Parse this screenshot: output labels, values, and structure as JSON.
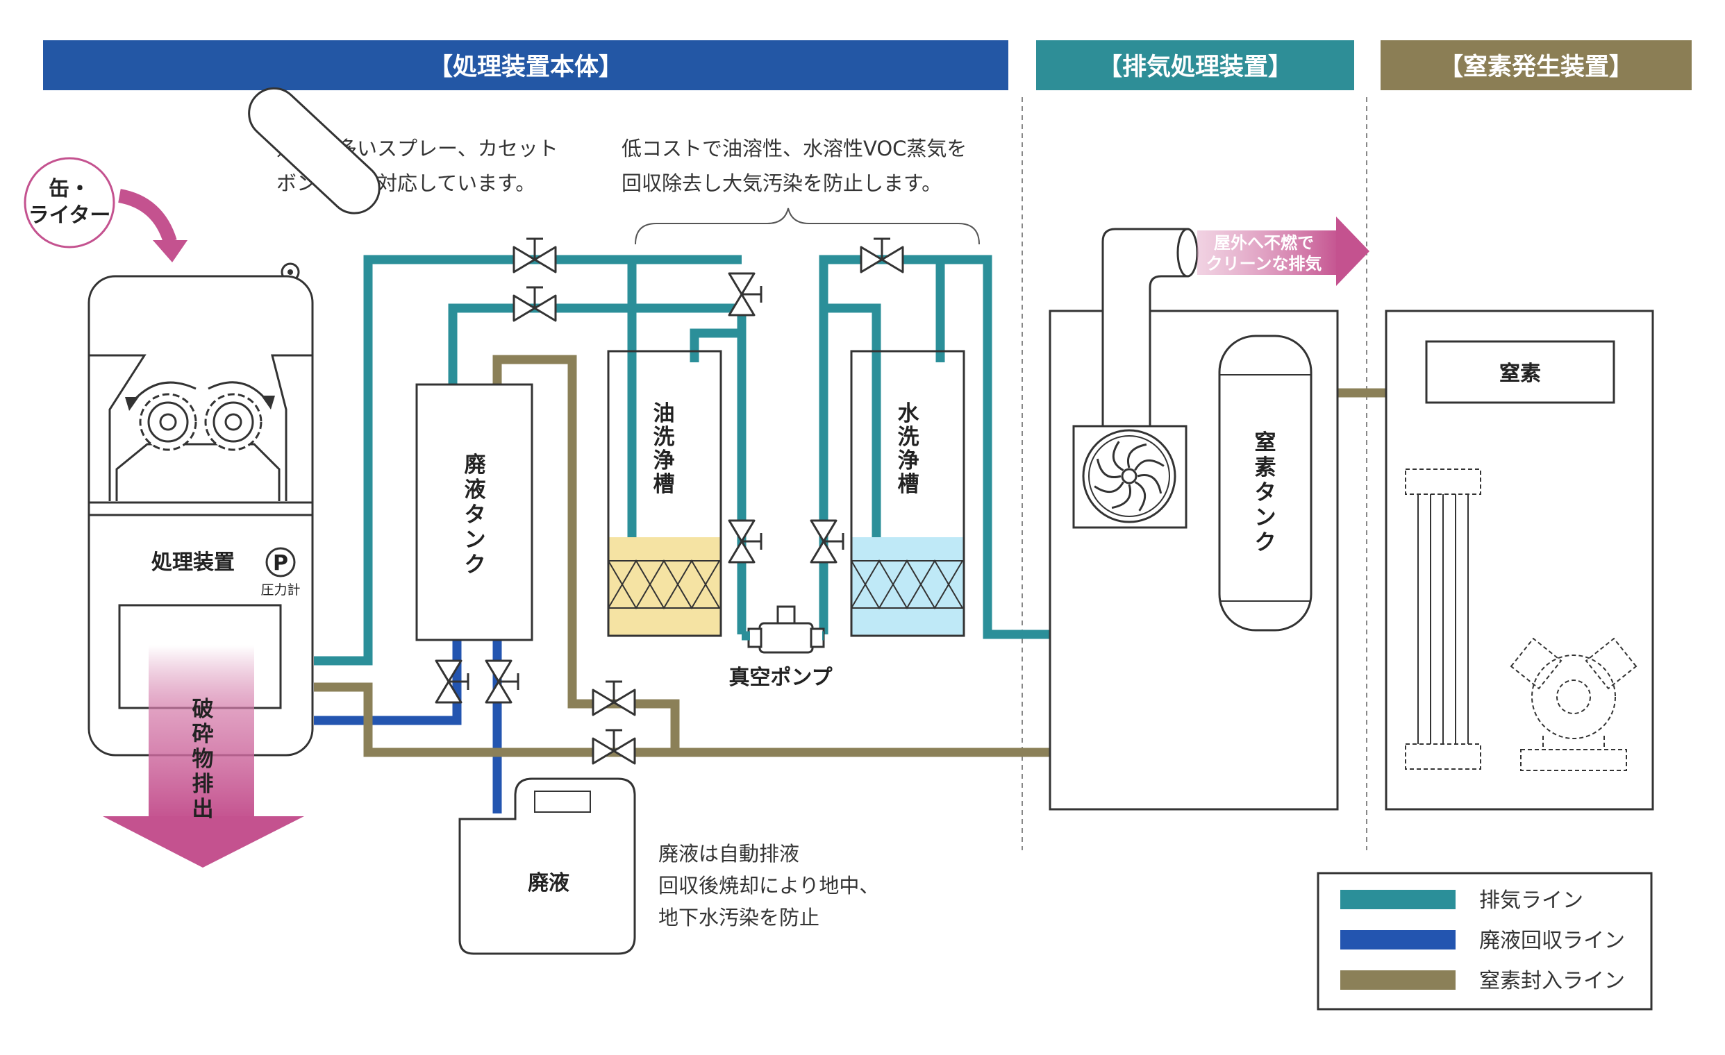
{
  "headers": {
    "main_unit": "【処理装置本体】",
    "exhaust_unit": "【排気処理装置】",
    "nitrogen_unit": "【窒素発生装置】"
  },
  "notes": {
    "spray_line1": "残液の多いスプレー、カセット",
    "spray_line2": "ボンベにも対応しています。",
    "voc_line1": "低コストで油溶性、水溶性VOC蒸気を",
    "voc_line2": "回収除去し大気汚染を防止します。",
    "waste_line1": "廃液は自動排液",
    "waste_line2": "回収後焼却により地中、",
    "waste_line3": "地下水汚染を防止"
  },
  "labels": {
    "can_lighter_1": "缶・",
    "can_lighter_2": "ライター",
    "processor": "処理装置",
    "pressure_symbol": "P",
    "pressure_gauge": "圧力計",
    "crushed_discharge": [
      "破",
      "砕",
      "物",
      "排",
      "出"
    ],
    "waste_tank": [
      "廃",
      "液",
      "タ",
      "ン",
      "ク"
    ],
    "oil_wash_tank": [
      "油",
      "洗",
      "浄",
      "槽"
    ],
    "water_wash_tank": [
      "水",
      "洗",
      "浄",
      "槽"
    ],
    "vacuum_pump": "真空ポンプ",
    "outdoor_exhaust_1": "屋外へ不燃で",
    "outdoor_exhaust_2": "クリーンな排気",
    "nitrogen_tank": [
      "窒",
      "素",
      "タ",
      "ン",
      "ク"
    ],
    "nitrogen": "窒素",
    "waste_liquid": "廃液"
  },
  "legend": {
    "exhaust_line": "排気ライン",
    "waste_recovery_line": "廃液回収ライン",
    "nitrogen_line": "窒素封入ライン"
  },
  "colors": {
    "main_header": "#2357a5",
    "exhaust_header": "#2e8e97",
    "nitrogen_header": "#8b7e55",
    "exhaust_line": "#2b8f99",
    "waste_line": "#2355b0",
    "nitrogen_line": "#8b8058",
    "magenta": "#c4528f",
    "oil": "#f5e3a3",
    "water": "#bfe9f7"
  }
}
